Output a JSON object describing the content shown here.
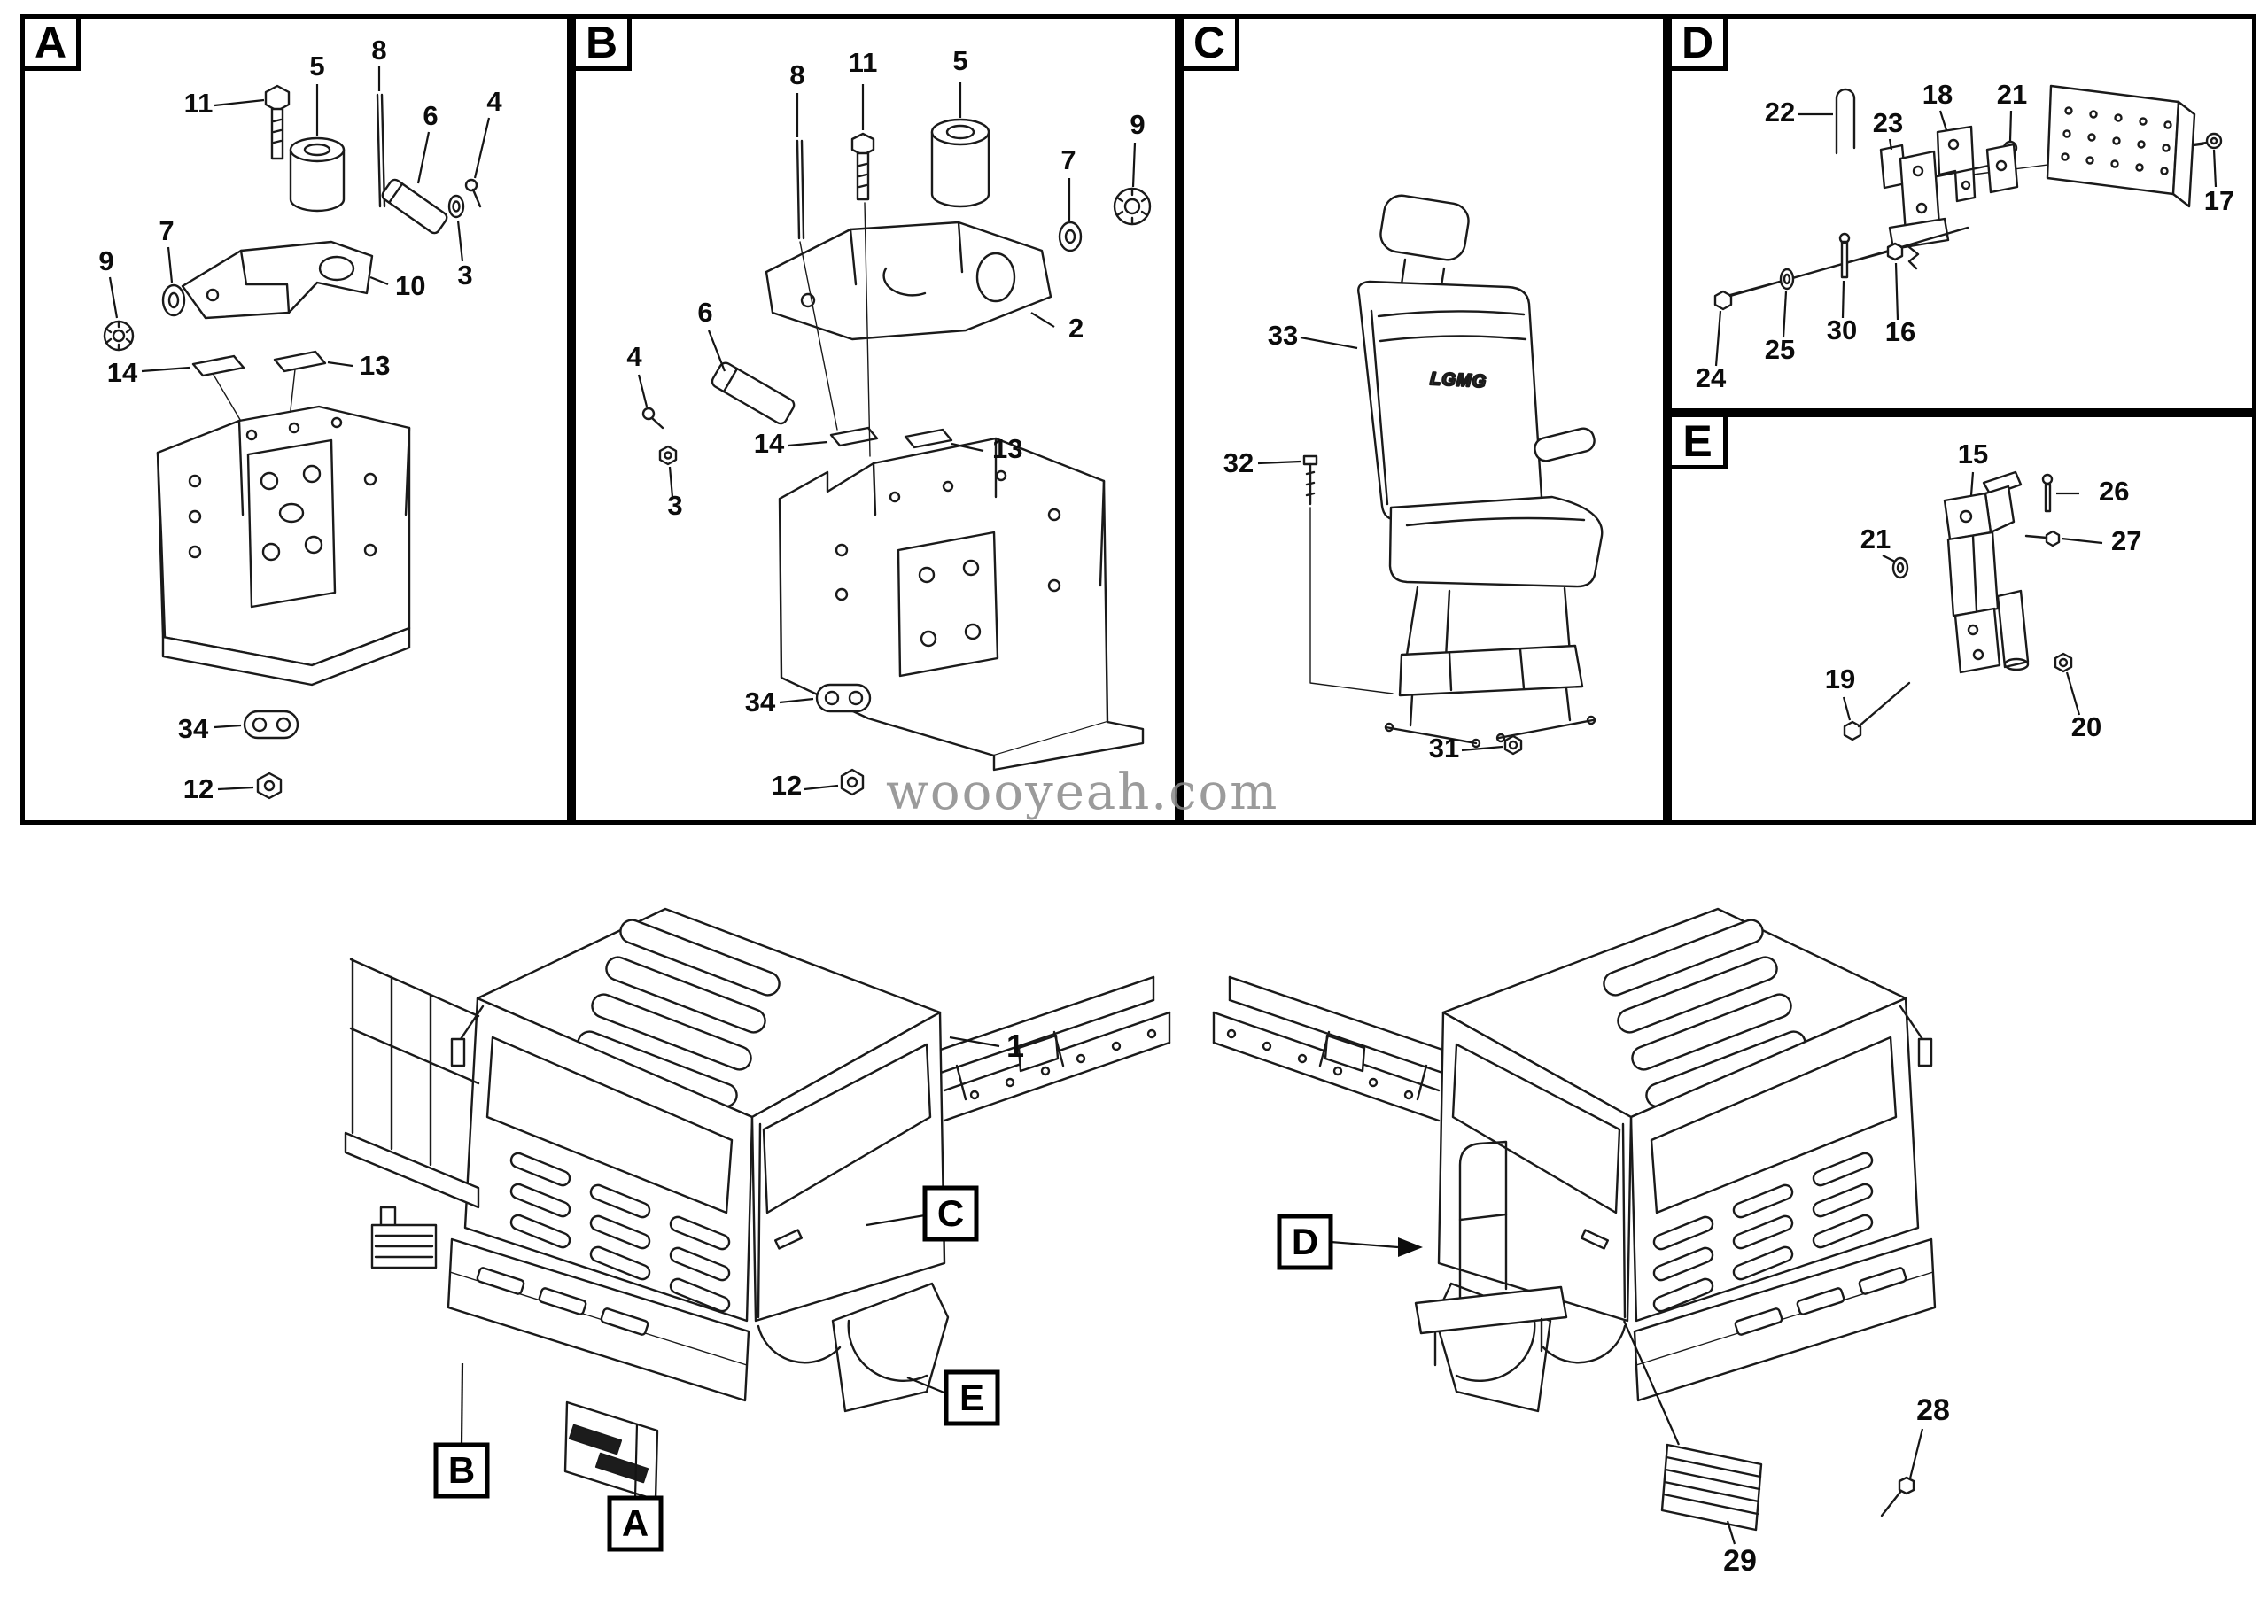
{
  "watermark": "woooyeah.com",
  "panels": {
    "A": {
      "letter": "A",
      "parts": {
        "p11": "11",
        "p5": "5",
        "p8": "8",
        "p6": "6",
        "p4": "4",
        "p3": "3",
        "p7": "7",
        "p9": "9",
        "p10": "10",
        "p14": "14",
        "p13": "13",
        "p34": "34",
        "p12": "12"
      }
    },
    "B": {
      "letter": "B",
      "parts": {
        "p8": "8",
        "p11": "11",
        "p5": "5",
        "p7": "7",
        "p9": "9",
        "p6": "6",
        "p4": "4",
        "p3": "3",
        "p2": "2",
        "p14": "14",
        "p13": "13",
        "p34": "34",
        "p12": "12"
      }
    },
    "C": {
      "letter": "C",
      "seat_logo": "LGMG",
      "parts": {
        "p33": "33",
        "p32": "32",
        "p31": "31"
      }
    },
    "D": {
      "letter": "D",
      "parts": {
        "p22": "22",
        "p23": "23",
        "p18": "18",
        "p21": "21",
        "p17": "17",
        "p24": "24",
        "p25": "25",
        "p30": "30",
        "p16": "16"
      }
    },
    "E": {
      "letter": "E",
      "parts": {
        "p15": "15",
        "p26": "26",
        "p27": "27",
        "p21": "21",
        "p19": "19",
        "p20": "20"
      }
    }
  },
  "scene": {
    "boxes": {
      "A": "A",
      "B": "B",
      "C": "C",
      "D": "D",
      "E": "E"
    },
    "parts": {
      "p1": "1",
      "p28": "28",
      "p29": "29"
    }
  }
}
